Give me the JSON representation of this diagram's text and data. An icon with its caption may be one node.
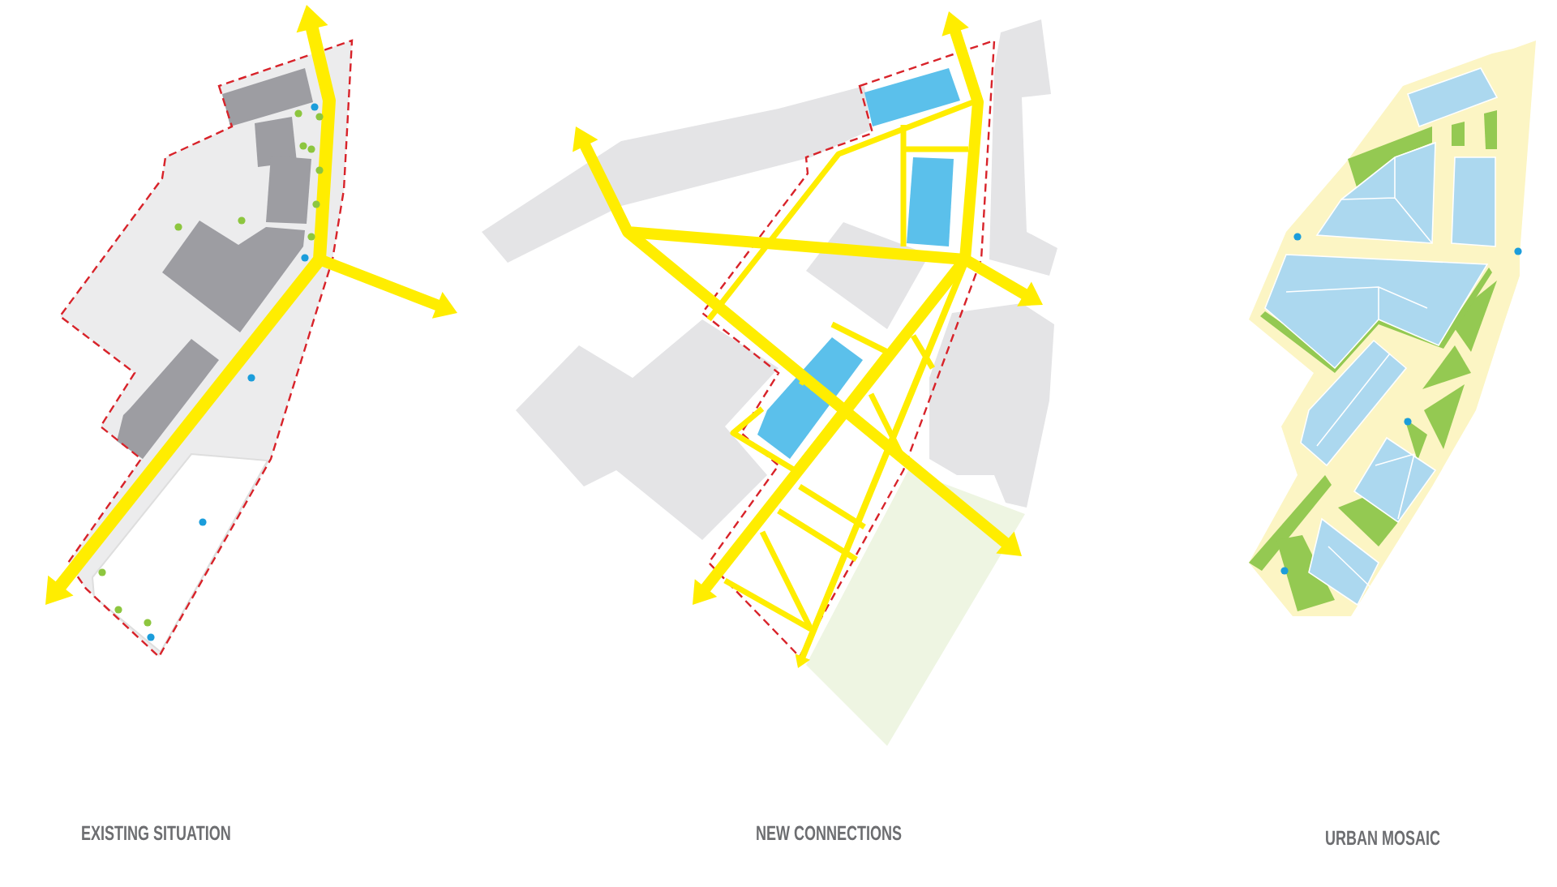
{
  "diagram": {
    "labels": [
      "EXISTING SITUATION",
      "NEW CONNECTIONS",
      "URBAN MOSAIC"
    ]
  }
}
